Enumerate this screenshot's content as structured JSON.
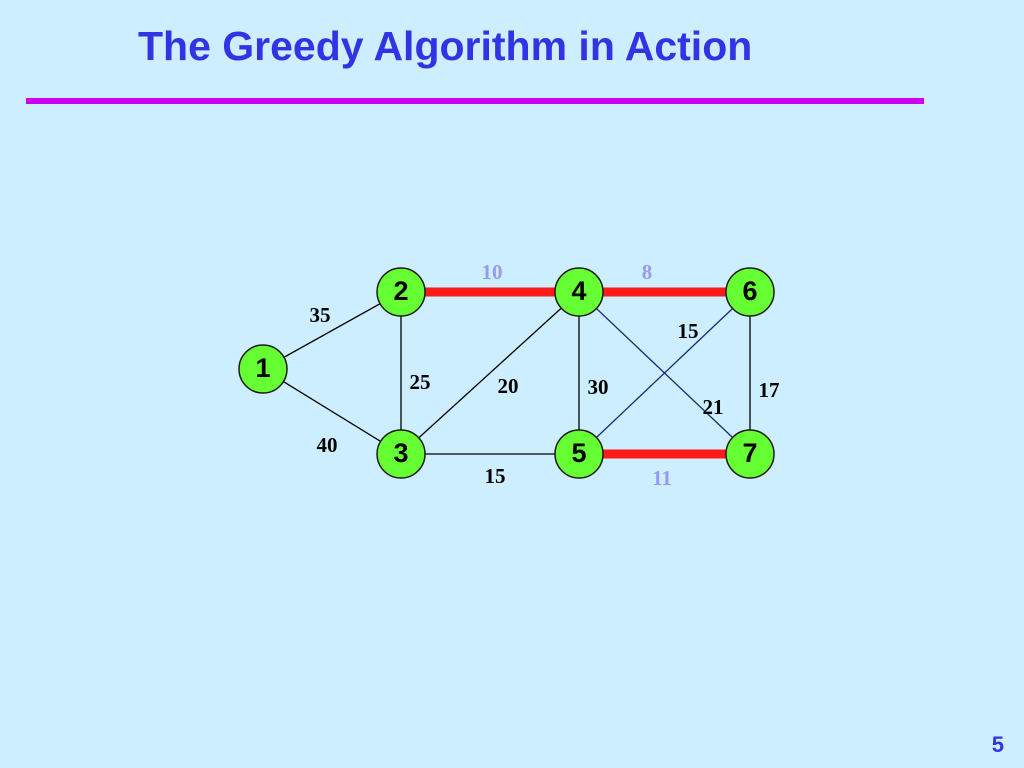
{
  "slide": {
    "title": "The Greedy Algorithm in Action",
    "page_number": "5"
  },
  "colors": {
    "background": "#cceeff",
    "title": "#3333e6",
    "rule": "#cc00ee",
    "node_fill": "#66ff33",
    "selected_edge": "#ff1a1a",
    "selected_weight": "#9999ee",
    "edge": "#000000",
    "cross_edge": "#1a2a6e"
  },
  "graph": {
    "nodes": [
      {
        "id": "1",
        "label": "1"
      },
      {
        "id": "2",
        "label": "2"
      },
      {
        "id": "3",
        "label": "3"
      },
      {
        "id": "4",
        "label": "4"
      },
      {
        "id": "5",
        "label": "5"
      },
      {
        "id": "6",
        "label": "6"
      },
      {
        "id": "7",
        "label": "7"
      }
    ],
    "edges": [
      {
        "from": "1",
        "to": "2",
        "weight": "35",
        "selected": false
      },
      {
        "from": "1",
        "to": "3",
        "weight": "40",
        "selected": false
      },
      {
        "from": "2",
        "to": "3",
        "weight": "25",
        "selected": false
      },
      {
        "from": "2",
        "to": "4",
        "weight": "10",
        "selected": true
      },
      {
        "from": "3",
        "to": "4",
        "weight": "20",
        "selected": false
      },
      {
        "from": "3",
        "to": "5",
        "weight": "15",
        "selected": false
      },
      {
        "from": "4",
        "to": "5",
        "weight": "30",
        "selected": false
      },
      {
        "from": "4",
        "to": "6",
        "weight": "8",
        "selected": true
      },
      {
        "from": "4",
        "to": "7",
        "weight": "21",
        "selected": false
      },
      {
        "from": "5",
        "to": "6",
        "weight": "15",
        "selected": false
      },
      {
        "from": "5",
        "to": "7",
        "weight": "11",
        "selected": true
      },
      {
        "from": "6",
        "to": "7",
        "weight": "17",
        "selected": false
      }
    ]
  }
}
